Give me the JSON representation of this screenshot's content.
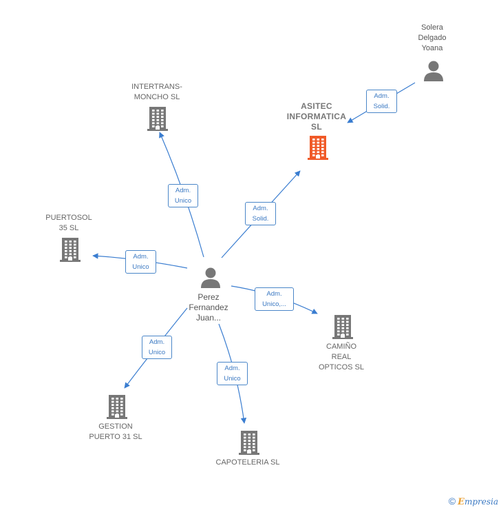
{
  "colors": {
    "edge": "#3a7dd0",
    "node_gray": "#777777",
    "focus_company": "#f05a28",
    "person": "#777777"
  },
  "nodes": {
    "center": {
      "label": "Perez\nFernandez\nJuan...",
      "icon": "person-icon"
    },
    "solera": {
      "label": "Solera\nDelgado\nYoana",
      "icon": "person-icon"
    },
    "asitec": {
      "label": "ASITEC\nINFORMATICA\nSL",
      "icon": "building-icon"
    },
    "intertrans": {
      "label": "INTERTRANS-\nMONCHO  SL",
      "icon": "building-icon"
    },
    "puertosol": {
      "label": "PUERTOSOL\n35 SL",
      "icon": "building-icon"
    },
    "caminho": {
      "label": "CAMIÑO\nREAL\nOPTICOS SL",
      "icon": "building-icon"
    },
    "gestion": {
      "label": "GESTION\nPUERTO 31 SL",
      "icon": "building-icon"
    },
    "capoteleria": {
      "label": "CAPOTELERIA SL",
      "icon": "building-icon"
    }
  },
  "edges": {
    "solera_asitec": "Adm.\nSolid.",
    "center_asitec": "Adm.\nSolid.",
    "center_intertrans": "Adm.\nUnico",
    "center_puertosol": "Adm.\nUnico",
    "center_caminho": "Adm.\nUnico,...",
    "center_gestion": "Adm.\nUnico",
    "center_capoteleria": "Adm.\nUnico"
  },
  "footer": {
    "copyright": "©",
    "brand_initial": "E",
    "brand_rest": "mpresia"
  }
}
